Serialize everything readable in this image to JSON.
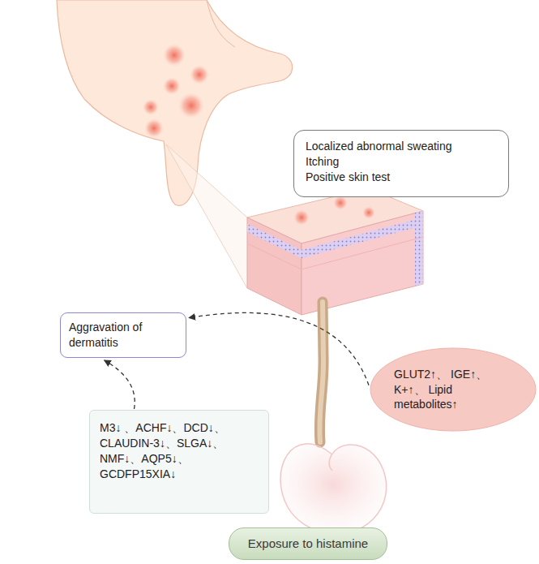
{
  "diagram": {
    "nodes": [
      {
        "text": [
          "Localized abnormal sweating",
          "Itching",
          "Positive skin test"
        ]
      },
      {
        "text": [
          "Aggravation of dermatitis"
        ]
      },
      {
        "text": [
          "GLUT2↑、 IGE↑、K+↑、 Lipid metabolites↑"
        ]
      },
      {
        "text": [
          "M3↓ 、ACHF↓、DCD↓、 CLAUDIN-3↓、SLGA↓、 NMF↓、AQP5↓、 GCDFP15XIA↓"
        ]
      },
      {
        "text": [
          "Exposure to histamine"
        ]
      }
    ],
    "edges": [
      {
        "from": 2,
        "to": 1,
        "arrow": "to"
      },
      {
        "from": 3,
        "to": 1,
        "arrow": "to"
      }
    ]
  }
}
